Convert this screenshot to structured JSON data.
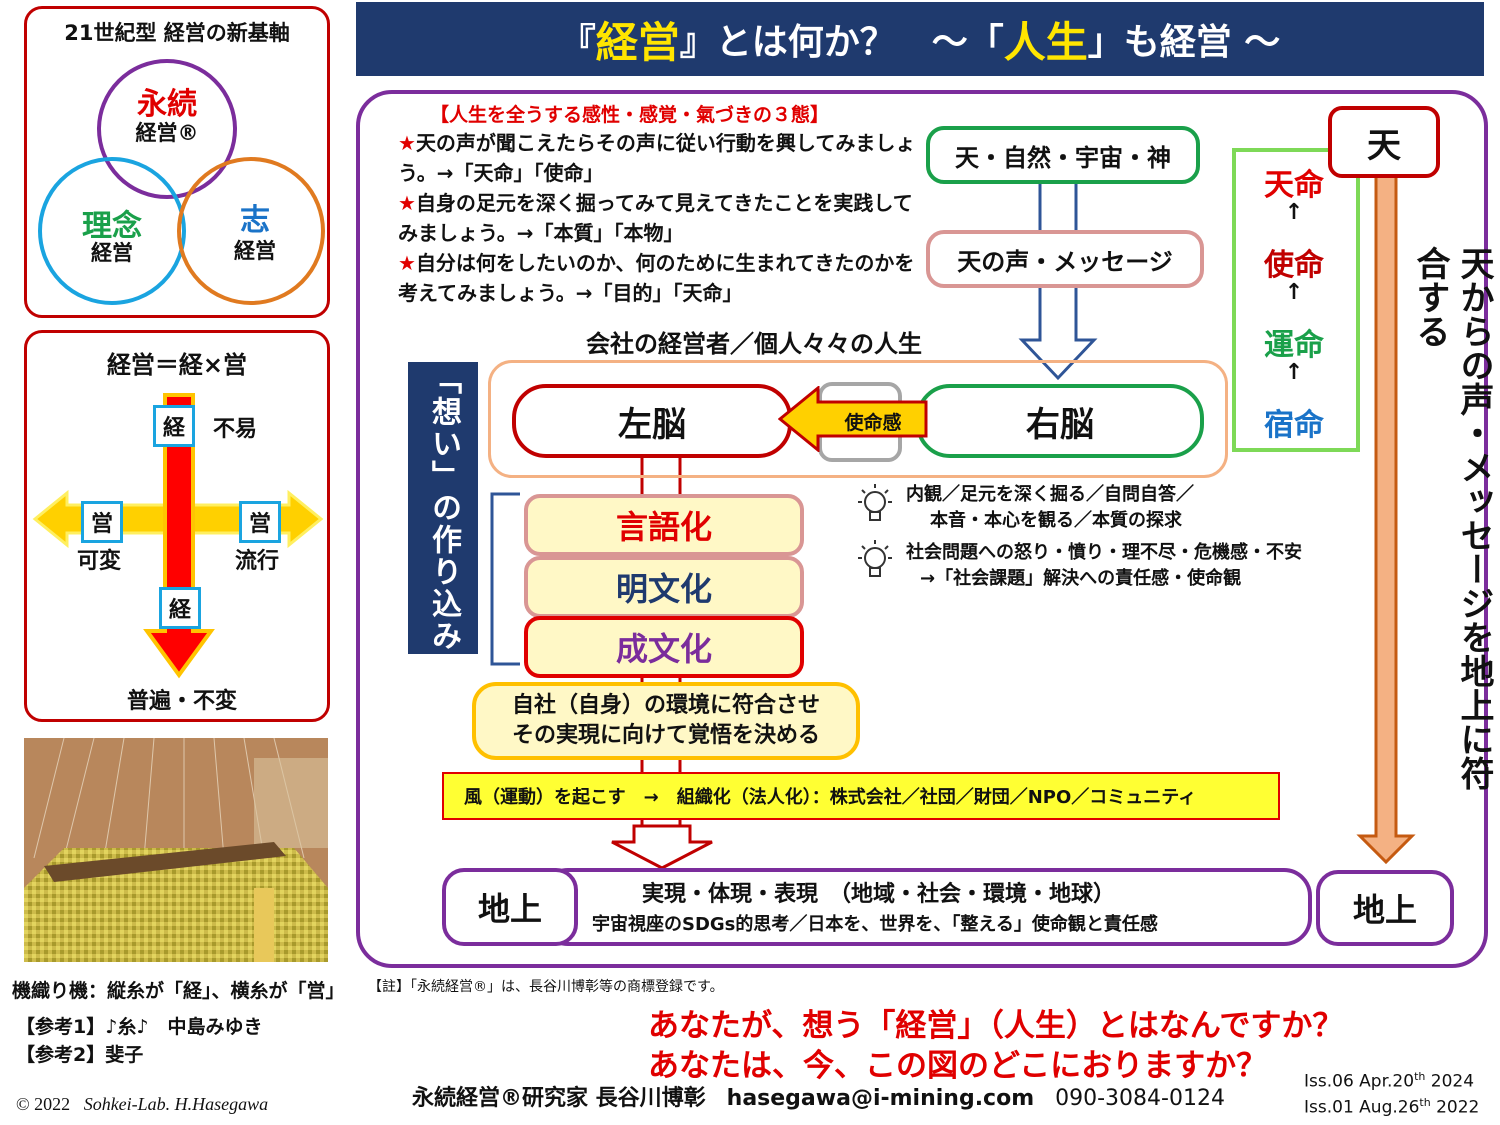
{
  "title": {
    "part1": "『",
    "keiei": "経営",
    "part2": "』とは何か？　～「",
    "jinsei": "人生",
    "part3": "」も経営 ～"
  },
  "venn": {
    "heading": "21世紀型 経営の新基軸",
    "eizoku": "永続",
    "eizoku_sub": "経営®",
    "rinen": "理念",
    "rinen_sub": "経営",
    "kokorozashi": "志",
    "kokorozashi_sub": "経営"
  },
  "cross": {
    "heading": "経営＝経×営",
    "kei_top": "経",
    "fueki": "不易",
    "ei_left": "営",
    "kahen": "可変",
    "ei_right": "営",
    "ryuko": "流行",
    "kei_bottom": "経",
    "fuhen": "普遍・不変"
  },
  "photo_caption": "機織り機：縦糸が「経」、横糸が「営」",
  "refs": [
    "【参考1】♪糸♪　中島みゆき",
    "【参考2】斐子"
  ],
  "copyright": "© 2022",
  "copyright_name": "Sohkei-Lab. H.Hasegawa",
  "note": "【註】「永続経営®」は、長谷川博彰等の商標登録です。",
  "three_states": {
    "heading": "【人生を全うする感性・感覚・氣づきの３態】",
    "star": "★",
    "items": [
      {
        "text": "天の声が聞こえたらその声に従い行動を興してみましょう。→「天命」「使命」"
      },
      {
        "text": "自身の足元を深く掘ってみて見えてきたことを実践してみましょう。→「本質」「本物」"
      },
      {
        "text": "自分は何をしたいのか、何のために生まれてきたのかを考えてみましょう。→「目的」「天命」"
      }
    ]
  },
  "flow": {
    "ten_shizen": "天・自然・宇宙・神",
    "ten_no_koe": "天の声・メッセージ",
    "company_line": "会社の経営者／個人々々の人生",
    "left_brain": "左脳",
    "right_brain": "右脳",
    "shimeikan": "使命感",
    "omoi": "「想い」の作り込み",
    "gengoka": "言語化",
    "meibunka": "明文化",
    "seibunka": "成文化",
    "decide_line1": "自社（自身）の環境に符合させ",
    "decide_line2": "その実現に向けて覚悟を決める",
    "kaze": "風（運動）を起こす　→　組織化（法人化）：株式会社／社団／財団／NPO／コミュニティ",
    "chijo": "地上",
    "realize_line1": "実現・体現・表現　（地域・社会・環境・地球）",
    "realize_line2": "宇宙視座のSDGs的思考／日本を、世界を、「整える」使命観と責任感"
  },
  "insights": [
    {
      "line1": "内観／足元を深く掘る／自問自答／",
      "line2": "本音・本心を観る／本質の探求"
    },
    {
      "line1": "社会問題への怒り・憤り・理不尽・危機感・不安",
      "line2": "→「社会課題」解決への責任感・使命観"
    }
  ],
  "destiny": {
    "tenmei": "天命",
    "shimei": "使命",
    "unmei": "運命",
    "shukumei": "宿命",
    "arrow": "↑"
  },
  "ten": "天",
  "chijo_right": "地上",
  "vertical_message": "天からの声・メッセージを地上に符合する",
  "questions": [
    "あなたが、想う「経営」（人生）とはなんですか？",
    "あなたは、今、この図のどこにおりますか？"
  ],
  "author": {
    "name": "永続経営®研究家 長谷川博彰",
    "email": "hasegawa@i-mining.com",
    "phone": "090-3084-0124"
  },
  "issues": [
    {
      "label": "Iss.06 Apr.20",
      "sup": "th",
      "year": " 2024"
    },
    {
      "label": "Iss.01 Aug.26",
      "sup": "th",
      "year": " 2022"
    }
  ],
  "colors": {
    "navy": "#1f3a6e",
    "purple": "#7b2d9c",
    "red": "#c00000",
    "green": "#1aa04a",
    "blue": "#1a73c8",
    "yellow": "#ffff33",
    "peach": "#f4c6a0"
  }
}
